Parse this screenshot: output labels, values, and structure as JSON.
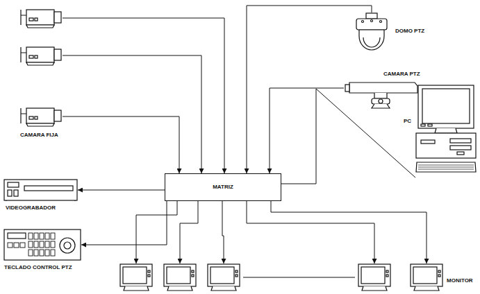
{
  "diagram": {
    "nodes": [
      {
        "text": []
      },
      {
        "text": [
          "DOMO PTZ"
        ]
      },
      {
        "text": []
      },
      {
        "text": [
          "CAMARA PTZ"
        ]
      },
      {
        "text": [
          "PC"
        ]
      },
      {
        "text": [
          "CAMARA FIJA"
        ]
      },
      {
        "text": [
          "VIDEOGRABADOR"
        ]
      },
      {
        "text": [
          "MATRIZ"
        ]
      },
      {
        "text": [
          "TECLADO CONTROL PTZ"
        ]
      },
      {
        "text": []
      },
      {
        "text": []
      },
      {
        "text": []
      },
      {
        "text": []
      },
      {
        "text": [
          "MONITOR"
        ]
      }
    ],
    "edges": [
      {
        "from": 0,
        "to": 7,
        "arrow": "to"
      },
      {
        "from": 1,
        "to": 7,
        "arrow": "to"
      },
      {
        "from": 2,
        "to": 7,
        "arrow": "to"
      },
      {
        "from": 3,
        "to": 7,
        "arrow": "to"
      },
      {
        "from": 4,
        "to": 7,
        "arrow": "none"
      },
      {
        "from": 5,
        "to": 7,
        "arrow": "to"
      },
      {
        "from": 7,
        "to": 6,
        "arrow": "to"
      },
      {
        "from": 7,
        "to": 8,
        "arrow": "to"
      },
      {
        "from": 7,
        "to": 9,
        "arrow": "to"
      },
      {
        "from": 7,
        "to": 10,
        "arrow": "to"
      },
      {
        "from": 7,
        "to": 11,
        "arrow": "to"
      },
      {
        "from": 7,
        "to": 12,
        "arrow": "to"
      },
      {
        "from": 7,
        "to": 13,
        "arrow": "to"
      }
    ]
  }
}
